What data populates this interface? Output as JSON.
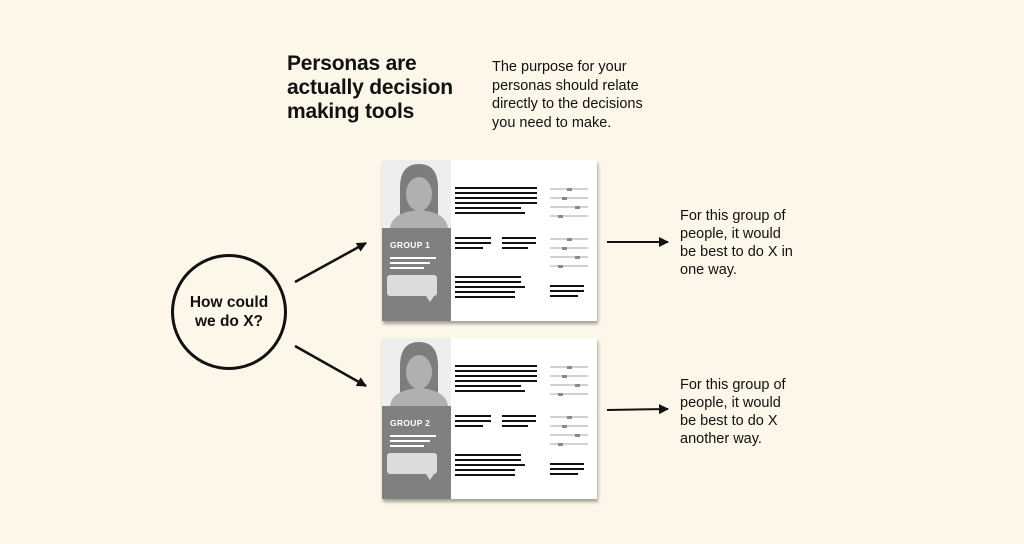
{
  "heading": {
    "lines": [
      "Personas are",
      "actually decision",
      "making tools"
    ]
  },
  "subheading": {
    "lines": [
      "The purpose for your",
      "personas should relate",
      "directly to the decisions",
      "you need to make."
    ]
  },
  "question": {
    "lines": [
      "How could",
      "we do X?"
    ]
  },
  "personas": [
    {
      "group_label": "GROUP 1",
      "outcome_lines": [
        "For this group of",
        "people, it would",
        "be best to do X in",
        "one way."
      ]
    },
    {
      "group_label": "GROUP 2",
      "outcome_lines": [
        "For this group of",
        "people, it would",
        "be best to do X",
        "another way."
      ]
    }
  ],
  "colors": {
    "background": "#fcf7e8",
    "ink": "#111111",
    "card_sidebar": "#808080",
    "card": "#ffffff"
  }
}
